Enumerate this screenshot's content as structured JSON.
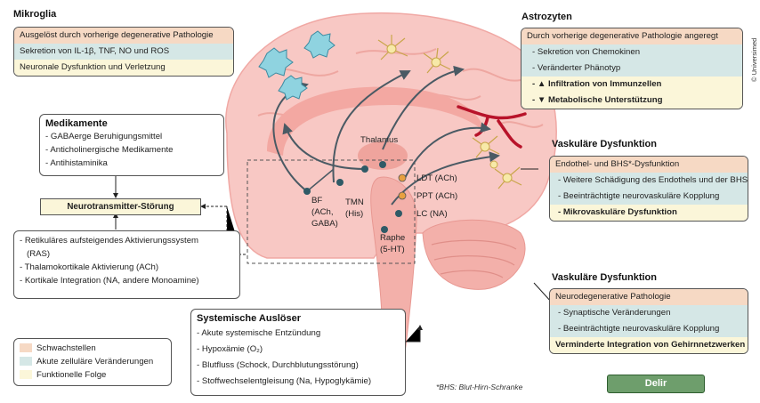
{
  "mikroglia": {
    "title": "Mikroglia",
    "rows": [
      "Ausgelöst durch vorherige degenerative Pathologie",
      "Sekretion von IL-1β, TNF, NO und ROS",
      "Neuronale Dysfunktion und Verletzung"
    ]
  },
  "astrozyten": {
    "title": "Astrozyten",
    "rows": [
      "Durch vorherige degenerative Pathologie angeregt",
      "- Sekretion von Chemokinen",
      "- Veränderter Phänotyp",
      "- ▲ Infiltration von Immunzellen",
      "- ▼ Metabolische Unterstützung"
    ]
  },
  "vask1": {
    "title": "Vaskuläre Dysfunktion",
    "rows": [
      "Endothel- und BHS*-Dysfunktion",
      "- Weitere Schädigung des Endothels und der BHS",
      "- Beeinträchtigte neurovaskuläre Kopplung",
      "- Mikrovaskuläre Dysfunktion"
    ]
  },
  "vask2": {
    "title": "Vaskuläre Dysfunktion",
    "rows": [
      "Neurodegenerative Pathologie",
      "- Synaptische Veränderungen",
      "- Beeinträchtigte neurovaskuläre Kopplung",
      "Verminderte Integration von Gehirnnetzwerken"
    ]
  },
  "medikamente": {
    "title": "Medikamente",
    "items": [
      "- GABAerge Beruhigungsmittel",
      "- Anticholinergische Medikamente",
      "- Antihistaminika"
    ]
  },
  "nt_stoerung": "Neurotransmitter-Störung",
  "aktivierung": {
    "items": [
      "- Retikuläres aufsteigendes Aktivierungssystem",
      "(RAS)",
      "- Thalamokortikale Aktivierung (ACh)",
      "- Kortikale Integration (NA, andere Monoamine)"
    ]
  },
  "systemisch": {
    "title": "Systemische Auslöser",
    "items": [
      "- Akute systemische Entzündung",
      "- Hypoxämie (O₂)",
      "- Blutfluss (Schock, Durchblutungsstörung)",
      "- Stoffwechselentgleisung (Na, Hypoglykämie)"
    ]
  },
  "brain_labels": {
    "thalamus": "Thalamus",
    "bf": "BF",
    "bf_sub": "(ACh,",
    "bf_sub2": "GABA)",
    "tmn": "TMN",
    "tmn_sub": "(His)",
    "ldt": "LDT (ACh)",
    "ppt": "PPT (ACh)",
    "lc": "LC (NA)",
    "raphe": "Raphe",
    "raphe_sub": "(5-HT)"
  },
  "legend": [
    {
      "label": "Schwachstellen",
      "color": "#f6d9c4"
    },
    {
      "label": "Akute zelluläre Veränderungen",
      "color": "#d5e7e6"
    },
    {
      "label": "Funktionelle Folge",
      "color": "#fbf6d9"
    }
  ],
  "footnote": "*BHS: Blut-Hirn-Schranke",
  "delir": "Delir",
  "copyright": "© Universimed"
}
